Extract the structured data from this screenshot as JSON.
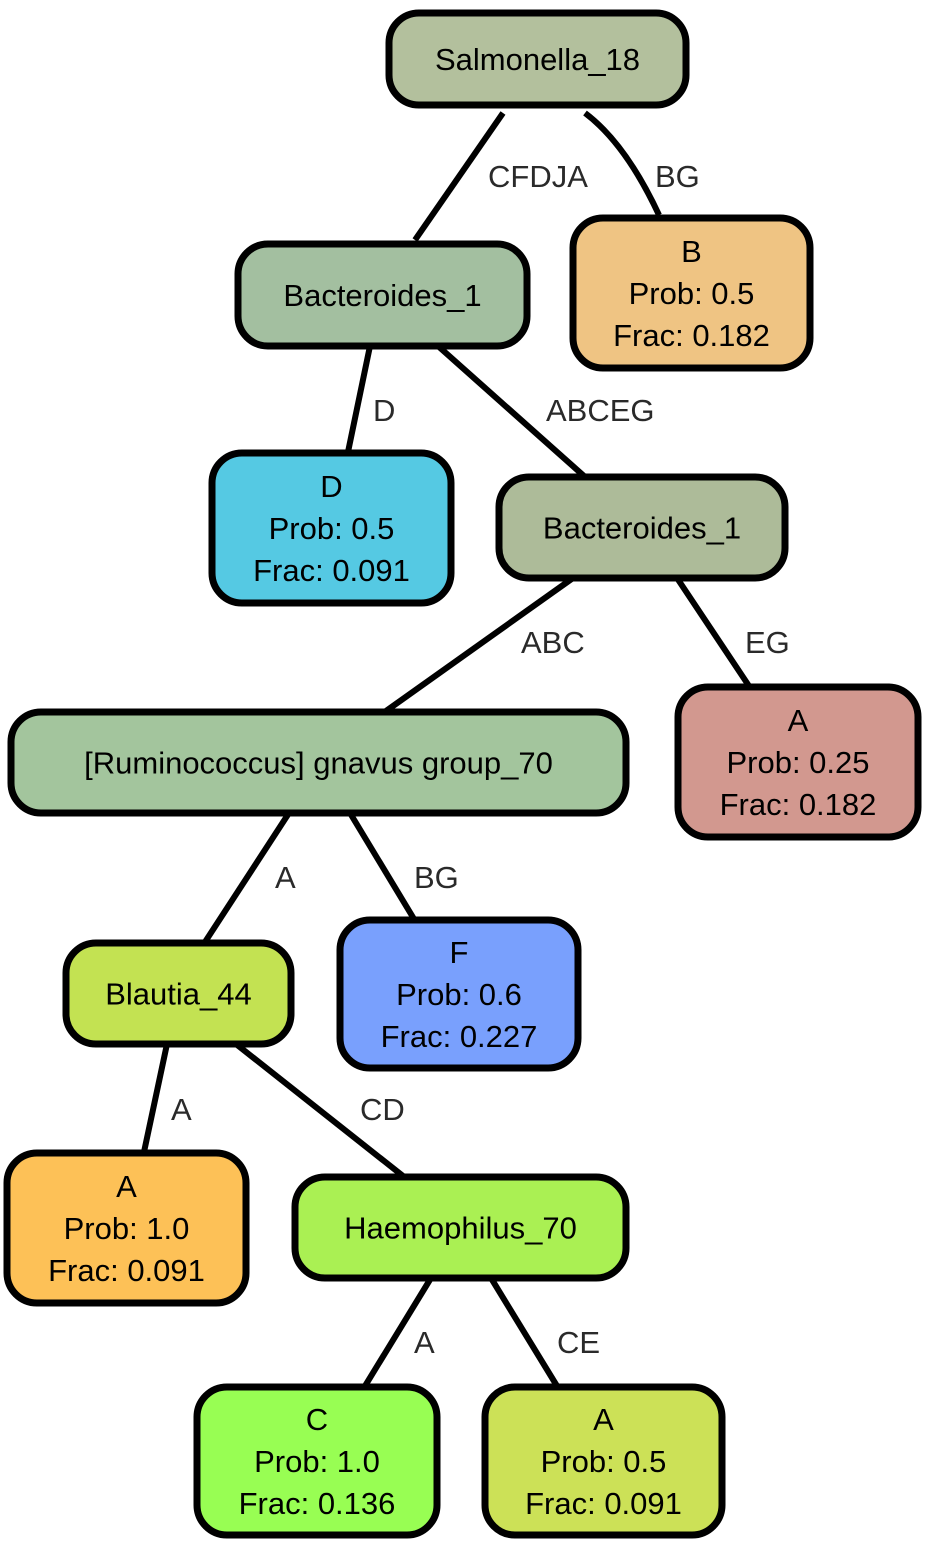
{
  "nodes": [
    {
      "id": "n0",
      "lines": [
        "Salmonella_18"
      ],
      "color": "#b3c09d"
    },
    {
      "id": "n1",
      "lines": [
        "Bacteroides_1"
      ],
      "color": "#a3bfa0"
    },
    {
      "id": "n2",
      "lines": [
        "B",
        "Prob: 0.5",
        "Frac: 0.182"
      ],
      "color": "#efc483"
    },
    {
      "id": "n3",
      "lines": [
        "D",
        "Prob: 0.5",
        "Frac: 0.091"
      ],
      "color": "#55c9e3"
    },
    {
      "id": "n4",
      "lines": [
        "Bacteroides_1"
      ],
      "color": "#adbb99"
    },
    {
      "id": "n5",
      "lines": [
        "[Ruminococcus] gnavus group_70"
      ],
      "color": "#a3c59d"
    },
    {
      "id": "n6",
      "lines": [
        "A",
        "Prob: 0.25",
        "Frac: 0.182"
      ],
      "color": "#d2988f"
    },
    {
      "id": "n7",
      "lines": [
        "Blautia_44"
      ],
      "color": "#c3e252"
    },
    {
      "id": "n8",
      "lines": [
        "F",
        "Prob: 0.6",
        "Frac: 0.227"
      ],
      "color": "#79a0fd"
    },
    {
      "id": "n9",
      "lines": [
        "A",
        "Prob: 1.0",
        "Frac: 0.091"
      ],
      "color": "#fdc157"
    },
    {
      "id": "n10",
      "lines": [
        "Haemophilus_70"
      ],
      "color": "#aaf053"
    },
    {
      "id": "n11",
      "lines": [
        "C",
        "Prob: 1.0",
        "Frac: 0.136"
      ],
      "color": "#98fe53"
    },
    {
      "id": "n12",
      "lines": [
        "A",
        "Prob: 0.5",
        "Frac: 0.091"
      ],
      "color": "#cce157"
    }
  ],
  "edges": [
    {
      "from": "n0",
      "to": "n1",
      "label": "CFDJA"
    },
    {
      "from": "n0",
      "to": "n2",
      "label": "BG"
    },
    {
      "from": "n1",
      "to": "n3",
      "label": "D"
    },
    {
      "from": "n1",
      "to": "n4",
      "label": "ABCEG"
    },
    {
      "from": "n4",
      "to": "n5",
      "label": "ABC"
    },
    {
      "from": "n4",
      "to": "n6",
      "label": "EG"
    },
    {
      "from": "n5",
      "to": "n7",
      "label": "A"
    },
    {
      "from": "n5",
      "to": "n8",
      "label": "BG"
    },
    {
      "from": "n7",
      "to": "n9",
      "label": "A"
    },
    {
      "from": "n7",
      "to": "n10",
      "label": "CD"
    },
    {
      "from": "n10",
      "to": "n11",
      "label": "A"
    },
    {
      "from": "n10",
      "to": "n12",
      "label": "CE"
    }
  ]
}
